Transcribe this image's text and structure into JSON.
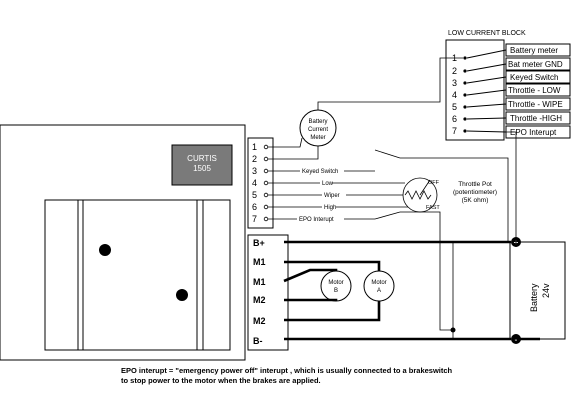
{
  "low_current_block": {
    "title": "LOW CURRENT BLOCK",
    "pins": [
      {
        "num": "1",
        "label": "Battery meter"
      },
      {
        "num": "2",
        "label": "Bat meter  GND"
      },
      {
        "num": "3",
        "label": "Keyed Switch"
      },
      {
        "num": "4",
        "label": "Throttle - LOW"
      },
      {
        "num": "5",
        "label": "Throttle -  WIPE"
      },
      {
        "num": "6",
        "label": "Throttle -HIGH"
      },
      {
        "num": "7",
        "label": "EPO Interupt"
      }
    ]
  },
  "controller": {
    "brand": "CURTIS",
    "model": "1505",
    "pin_numbers": [
      "1",
      "2",
      "3",
      "4",
      "5",
      "6",
      "7"
    ],
    "wire_labels": {
      "keyed": "Keyed Switch",
      "low": "Low",
      "wiper": "Wiper",
      "high": "High",
      "epo": "EPO Interupt"
    },
    "terminals": [
      "B+",
      "M1",
      "M1",
      "M2",
      "M2",
      "B-"
    ]
  },
  "meter": {
    "line1": "Battery",
    "line2": "Current",
    "line3": "Meter"
  },
  "throttle_pot": {
    "line1": "Throttle Pot",
    "line2": "(potentiometer)",
    "line3": "(5K ohm)",
    "off_label": "OFF",
    "fast_label": "FAST"
  },
  "motors": {
    "motor_b_line1": "Motor",
    "motor_b_line2": "B",
    "motor_a_line1": "Motor",
    "motor_a_line2": "A"
  },
  "battery": {
    "label": "Battery",
    "voltage": "24v",
    "pos_symbol": "+",
    "neg_symbol": "-"
  },
  "caption": {
    "line1": "EPO interupt = \"emergency power off\" interupt , which is usually connected to a brakeswitch",
    "line2": "to stop power to the motor when the brakes are applied."
  }
}
